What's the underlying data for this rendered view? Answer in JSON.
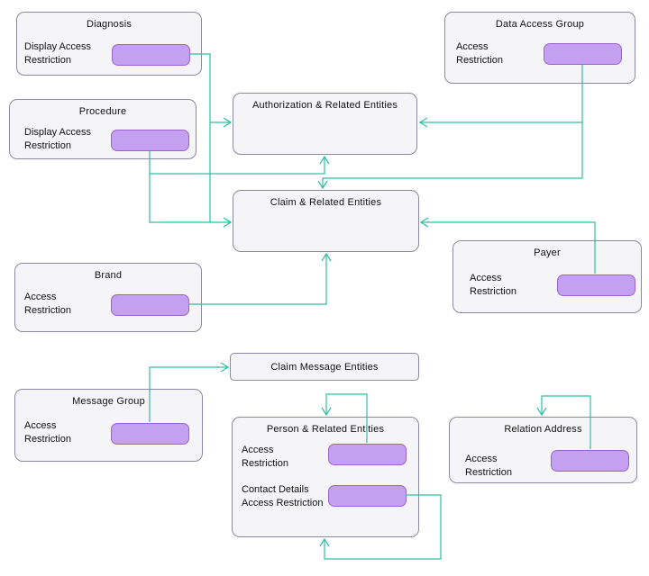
{
  "diagram": {
    "nodes": {
      "diagnosis": {
        "title": "Diagnosis",
        "fields": [
          {
            "label": "Display Access Restriction"
          }
        ]
      },
      "data_access_group": {
        "title": "Data Access Group",
        "fields": [
          {
            "label": "Access Restriction"
          }
        ]
      },
      "procedure": {
        "title": "Procedure",
        "fields": [
          {
            "label": "Display Access Restriction"
          }
        ]
      },
      "authorization": {
        "title": "Authorization & Related Entities",
        "fields": []
      },
      "claim": {
        "title": "Claim & Related Entities",
        "fields": []
      },
      "brand": {
        "title": "Brand",
        "fields": [
          {
            "label": "Access Restriction"
          }
        ]
      },
      "payer": {
        "title": "Payer",
        "fields": [
          {
            "label": "Access Restriction"
          }
        ]
      },
      "claim_message": {
        "title": "Claim Message Entities",
        "fields": []
      },
      "message_group": {
        "title": "Message Group",
        "fields": [
          {
            "label": "Access Restriction"
          }
        ]
      },
      "person": {
        "title": "Person & Related Entities",
        "fields": [
          {
            "label": "Access Restriction"
          },
          {
            "label": "Contact Details Access Restriction"
          }
        ]
      },
      "relation_address": {
        "title": "Relation Address",
        "fields": [
          {
            "label": "Access Restriction"
          }
        ]
      }
    },
    "edges": [
      {
        "from": "diagnosis",
        "to": "authorization"
      },
      {
        "from": "diagnosis",
        "to": "claim"
      },
      {
        "from": "procedure",
        "to": "authorization"
      },
      {
        "from": "procedure",
        "to": "claim"
      },
      {
        "from": "data_access_group",
        "to": "authorization"
      },
      {
        "from": "data_access_group",
        "to": "claim"
      },
      {
        "from": "payer",
        "to": "claim"
      },
      {
        "from": "brand",
        "to": "claim"
      },
      {
        "from": "message_group",
        "to": "claim_message"
      },
      {
        "from": "person.access_restriction",
        "to": "person"
      },
      {
        "from": "person.contact_details_access_restriction",
        "to": "person"
      },
      {
        "from": "relation_address.access_restriction",
        "to": "relation_address"
      }
    ],
    "colors": {
      "node_fill": "#f5f5f7",
      "node_border": "#8a8aa2",
      "pill_fill": "#c6a0f0",
      "pill_border": "#9c63c8",
      "connector": "#2ebfa5"
    }
  }
}
